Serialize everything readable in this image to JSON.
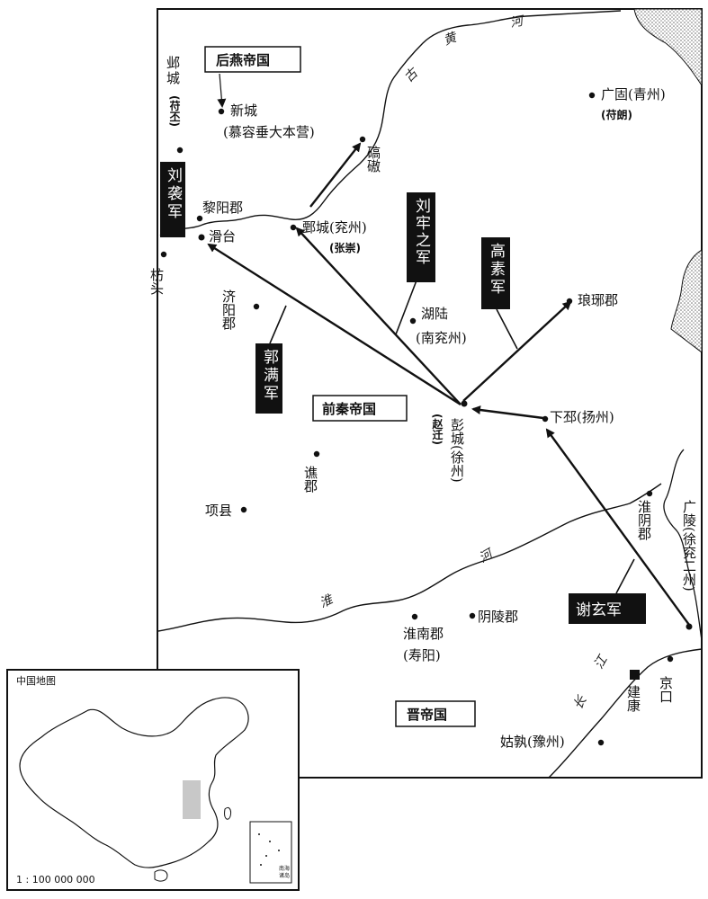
{
  "map": {
    "rivers": {
      "yellow_chars": [
        "古",
        "黄",
        "河"
      ],
      "huai_chars": [
        "淮",
        "河"
      ],
      "yangtze_chars": [
        "长",
        "江"
      ]
    },
    "states": {
      "later_yan": "后燕帝国",
      "former_qin": "前秦帝国",
      "jin": "晋帝国"
    },
    "places": {
      "ye_cheng": "邺城",
      "fu_pi": "(苻丕)",
      "xin_cheng": "新城",
      "murong": "(慕容垂大本营)",
      "qiao_ao": "碻磝",
      "guang_gu": "广固(青州)",
      "fu_lang": "(苻朗)",
      "li_yang": "黎阳郡",
      "hua_tai": "滑台",
      "fang_tou": "枋头",
      "juan_cheng": "鄄城(兖州)",
      "zhang_chong": "(张崇)",
      "ji_yang": "济阳郡",
      "hu_lu": "湖陆",
      "nan_yan": "(南兖州)",
      "lang_ya": "琅琊郡",
      "peng_cheng": "彭城(徐州)",
      "zhao_qian": "(赵迁)",
      "xia_pi": "下邳(扬州)",
      "qiao_jun": "谯郡",
      "xiang_xian": "项县",
      "huai_yin": "淮阴郡",
      "guang_ling": "广陵(徐兖二州)",
      "ying_ling": "阴陵郡",
      "huai_nan": "淮南郡",
      "shou_yang": "(寿阳)",
      "jing_kou": "京口",
      "jian_kang": "建康",
      "gu_shu": "姑孰(豫州)"
    },
    "armies": {
      "liu_xi": "刘袭军",
      "guo_man": "郭满军",
      "liu_laozhi": "刘牢之军",
      "gao_su": "高素军",
      "xie_xuan": "谢玄军"
    },
    "colors": {
      "ink": "#111111",
      "sea_hatch": "#6b6b6b",
      "inset_highlight": "#c8c8c8"
    }
  },
  "inset": {
    "title": "中国地图",
    "scale": "1 : 100 000 000",
    "nanhai": [
      "南海",
      "诸岛"
    ]
  }
}
